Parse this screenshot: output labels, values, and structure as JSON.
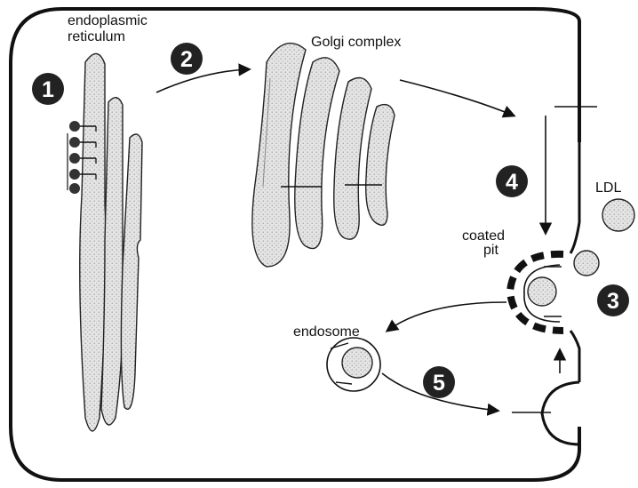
{
  "labels": {
    "er_line1": "endoplasmic",
    "er_line2": "reticulum",
    "golgi": "Golgi complex",
    "ldl": "LDL",
    "coated_line1": "coated",
    "coated_line2": "pit",
    "endosome": "endosome"
  },
  "steps": [
    "1",
    "2",
    "3",
    "4",
    "5"
  ],
  "colors": {
    "cell_outline": "#111111",
    "organelle_fill": "#dcdcdc",
    "marker_fill": "#222222",
    "background": "#ffffff"
  }
}
